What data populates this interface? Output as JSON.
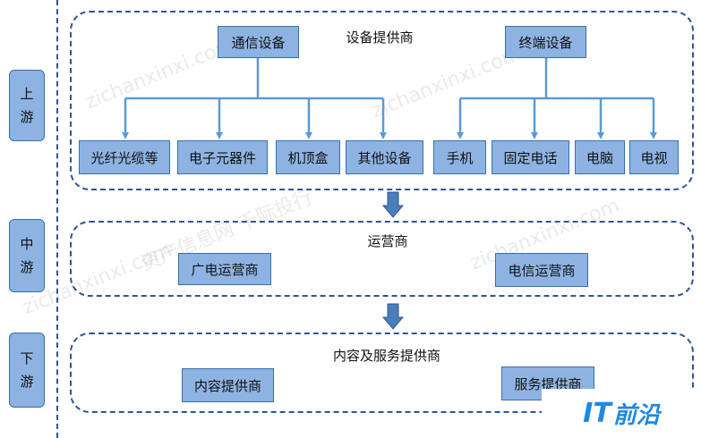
{
  "stages": {
    "upstream": [
      "上",
      "游"
    ],
    "midstream": [
      "中",
      "游"
    ],
    "downstream": [
      "下",
      "游"
    ]
  },
  "upstream_group": {
    "title": "设备提供商",
    "comm_equipment": {
      "label": "通信设备",
      "children": [
        "光纤光缆等",
        "电子元器件",
        "机顶盒",
        "其他设备"
      ]
    },
    "terminal_equipment": {
      "label": "终端设备",
      "children": [
        "手机",
        "固定电话",
        "电脑",
        "电视"
      ]
    }
  },
  "midstream_group": {
    "title": "运营商",
    "items": [
      "广电运营商",
      "电信运营商"
    ]
  },
  "downstream_group": {
    "title": "内容及服务提供商",
    "items": [
      "内容提供商",
      "服务提供商"
    ]
  },
  "watermark": {
    "text_cn": "资产信息网 千际投行",
    "text_en": "zichanxinxi.com"
  },
  "logo": {
    "part1": "IT",
    "part2": "前沿"
  },
  "colors": {
    "box_fill": "#8db3e2",
    "border": "#2f5597",
    "arrow": "#5b9bd5"
  }
}
